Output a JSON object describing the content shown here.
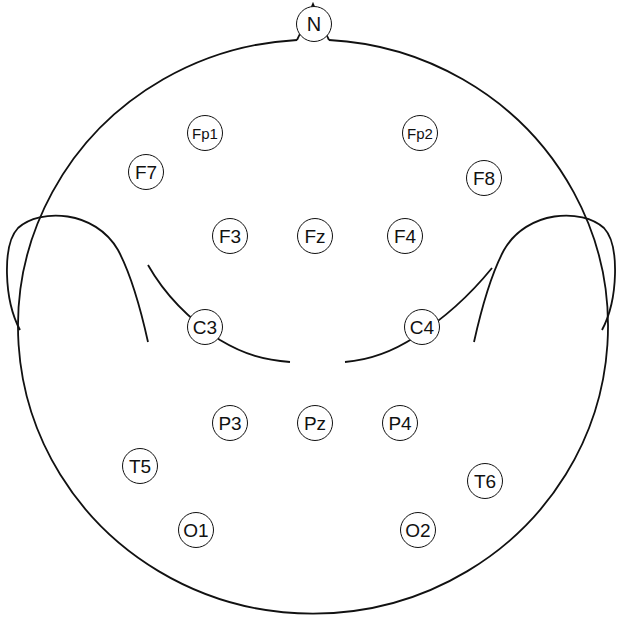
{
  "diagram": {
    "nodes": [
      {
        "text": [
          "N"
        ]
      },
      {
        "text": [
          "Fp1"
        ]
      },
      {
        "text": [
          "Fp2"
        ]
      },
      {
        "text": [
          "F7"
        ]
      },
      {
        "text": [
          "F8"
        ]
      },
      {
        "text": [
          "F3"
        ]
      },
      {
        "text": [
          "Fz"
        ]
      },
      {
        "text": [
          "F4"
        ]
      },
      {
        "text": [
          "C3"
        ]
      },
      {
        "text": [
          "C4"
        ]
      },
      {
        "text": [
          "P3"
        ]
      },
      {
        "text": [
          "Pz"
        ]
      },
      {
        "text": [
          "P4"
        ]
      },
      {
        "text": [
          "T5"
        ]
      },
      {
        "text": [
          "T6"
        ]
      },
      {
        "text": [
          "O1"
        ]
      },
      {
        "text": [
          "O2"
        ]
      }
    ],
    "edges": []
  }
}
